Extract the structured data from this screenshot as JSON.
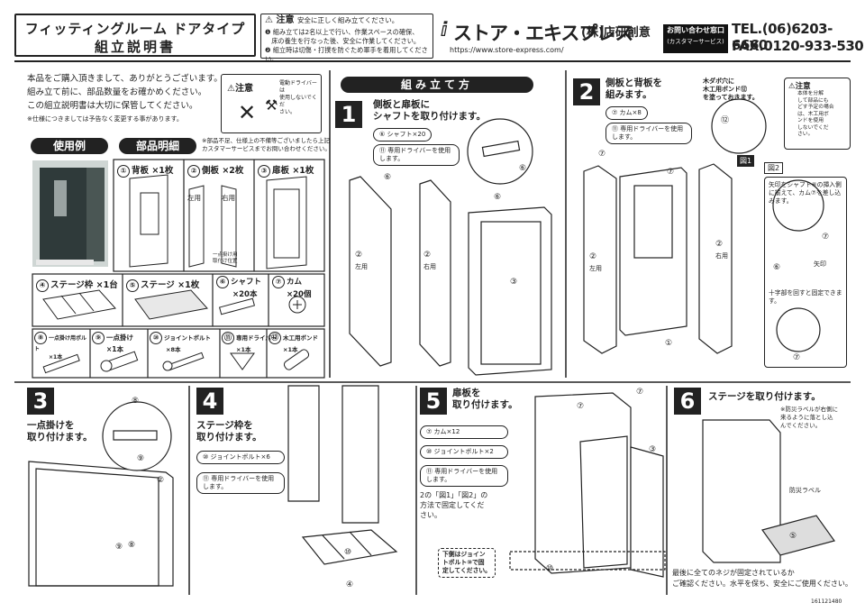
{
  "header": {
    "title_line1": "フィッティングルーム ドアタイプ",
    "title_line2": "組立説明書",
    "caution_title": "注意",
    "caution_sub": "安全に正しく組み立てください。",
    "caution_lines": [
      "❶ 組み立ては2名以上で行い、作業スペースの確保、",
      "　床の養生を行なった後、安全に作業してください。",
      "❷ 組立時は切傷・打撲を防ぐため軍手を着用してください。"
    ],
    "brand": "ストア・エキスプレス",
    "company": "(株)店研創意",
    "url": "https://www.store-express.com/",
    "contact_label_1": "お問い合わせ窓口",
    "contact_label_2": "(カスタマーサービス)",
    "tel": "TEL.(06)6203-6660",
    "fax": "FAX.0120-933-530"
  },
  "intro": {
    "lines": [
      "本品をご購入頂きまして、ありがとうございます。",
      "組み立て前に、部品数量をお確かめください。",
      "この組立説明書は大切に保管してください。"
    ],
    "small": "※仕様につきましては予告なく変更する事があります。",
    "note_title": "注意",
    "note_text": [
      "電動ドライバーは",
      "使用しないでくだ",
      "さい。"
    ]
  },
  "sections": {
    "usage": "使用例",
    "parts": "部品明細",
    "parts_note": [
      "※部品不足、仕様上の不備等ございましたら上記",
      "カスタマーサービスまでお問い合わせください。"
    ],
    "assemble": "組み立て方"
  },
  "parts": [
    {
      "num": "①",
      "name": "背板",
      "qty": "×1枚"
    },
    {
      "num": "②",
      "name": "側板",
      "qty": "×2枚"
    },
    {
      "num": "③",
      "name": "扉板",
      "qty": "×1枚"
    },
    {
      "num": "④",
      "name": "ステージ枠",
      "qty": "×1台"
    },
    {
      "num": "⑤",
      "name": "ステージ",
      "qty": "×1枚"
    },
    {
      "num": "⑥",
      "name": "シャフト",
      "qty": "×20本"
    },
    {
      "num": "⑦",
      "name": "カム",
      "qty": "×20個"
    },
    {
      "num": "⑧",
      "name": "一点掛け用ボルト",
      "qty": "×1本"
    },
    {
      "num": "⑨",
      "name": "一点掛け",
      "qty": "×1本"
    },
    {
      "num": "⑩",
      "name": "ジョイントボルト",
      "qty": "×8本"
    },
    {
      "num": "⑪",
      "name": "専用ドライバー",
      "qty": "×1本"
    },
    {
      "num": "⑫",
      "name": "木工用ボンド",
      "qty": "×1本"
    }
  ],
  "parts_labels": {
    "left": "左用",
    "right": "右用",
    "tag": [
      "一点掛け用",
      "取付け位置"
    ]
  },
  "steps": [
    {
      "num": "1",
      "title": [
        "側板と扉板に",
        "シャフトを取り付けます。"
      ],
      "items": [
        "⑥ シャフト×20",
        "⑪ 専用ドライバーを使用します。"
      ],
      "labels": [
        "②",
        "左用",
        "②",
        "右用",
        "③",
        "⑥",
        "⑥",
        "⑥"
      ]
    },
    {
      "num": "2",
      "title": [
        "側板と背板を",
        "組みます。"
      ],
      "items": [
        "⑦ カム×8",
        "⑪ 専用ドライバーを使用します。"
      ],
      "bond": [
        "木ダボ穴に",
        "木工用ボンド⑫",
        "を塗っておきます。"
      ],
      "note_title": "注意",
      "note": [
        "本体を分解",
        "して部品にも",
        "どす予定の場合",
        "は、木工用ボ",
        "ンドを使用",
        "しないでくだ",
        "さい。"
      ],
      "fig1": "図1",
      "fig2": "図2",
      "fig2_steps": [
        "矢印をシャフト⑥の挿入側に揃えて、カム⑦を差し込みます。",
        "十字部を回すと固定できます。"
      ],
      "arrow_label": "矢印",
      "labels": [
        "⑦",
        "②",
        "左用",
        "②",
        "右用",
        "①",
        "⑦",
        "⑦",
        "⑥",
        "⑦",
        "⑫"
      ]
    },
    {
      "num": "3",
      "title": [
        "一点掛けを",
        "取り付けます。"
      ],
      "labels": [
        "⑧",
        "⑨",
        "②",
        "⑨",
        "⑧"
      ]
    },
    {
      "num": "4",
      "title": [
        "ステージ枠を",
        "取り付けます。"
      ],
      "items": [
        "⑩ ジョイントボルト×6",
        "⑪ 専用ドライバーを使用します。"
      ],
      "labels": [
        "⑩",
        "④"
      ]
    },
    {
      "num": "5",
      "title": [
        "扉板を",
        "取り付けます。"
      ],
      "items": [
        "⑦ カム×12",
        "⑩ ジョイントボルト×2",
        "⑪ 専用ドライバーを使用します。"
      ],
      "text": [
        "2の「図1」「図2」の",
        "方法で固定してくだ",
        "さい。"
      ],
      "note": [
        "下側はジョイン",
        "トボルト⑩で固",
        "定してください。"
      ],
      "labels": [
        "⑦",
        "⑦",
        "③",
        "⑩"
      ]
    },
    {
      "num": "6",
      "title": [
        "ステージを取り付けます。"
      ],
      "text": [
        "※防災ラベルが右側に",
        "来るように落とし込",
        "んでください。"
      ],
      "label_tag": "防災ラベル",
      "footer": [
        "最後に全てのネジが固定されているか",
        "ご確認ください。水平を保ち、安全にご使用ください。"
      ],
      "labels": [
        "⑤"
      ]
    }
  ],
  "doc_code": "161121480"
}
